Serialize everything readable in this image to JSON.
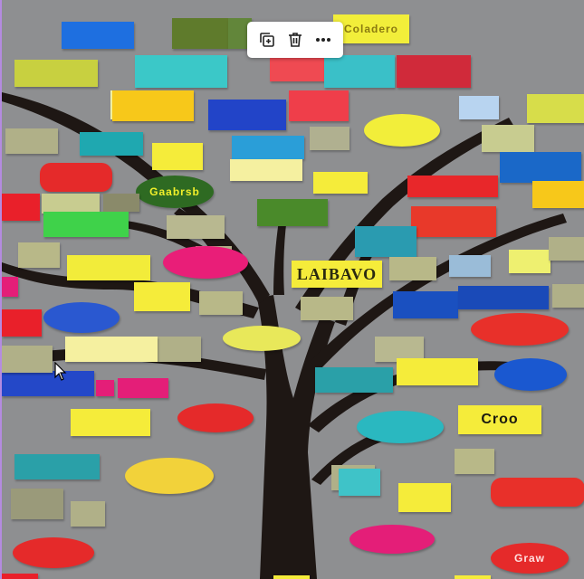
{
  "image_labels": [
    {
      "text": "",
      "bg": "#1e6fe0",
      "fg": "#0a3a8a",
      "shape": "rect"
    },
    {
      "text": "",
      "bg": "#5f7b2c",
      "fg": "#e8f0c0",
      "shape": "rect"
    },
    {
      "text": "",
      "bg": "#62863a",
      "fg": "#e8f0c0",
      "shape": "rect"
    },
    {
      "text": "Coladero",
      "bg": "#f2ee3a",
      "fg": "#8a7a10",
      "shape": "rect"
    },
    {
      "text": "",
      "bg": "#c8d040",
      "fg": "#606010",
      "shape": "rect"
    },
    {
      "text": "",
      "bg": "#3bc8c8",
      "fg": "#0a5050",
      "shape": "rect"
    },
    {
      "text": "",
      "bg": "#ef4a52",
      "fg": "#fde0e0",
      "shape": "rect"
    },
    {
      "text": "",
      "bg": "#3ac0c8",
      "fg": "#0a4a50",
      "shape": "rect"
    },
    {
      "text": "",
      "bg": "#d02a3a",
      "fg": "#fde0e0",
      "shape": "rect"
    },
    {
      "text": "",
      "bg": "#f5f3a0",
      "fg": "#707020",
      "shape": "rect"
    },
    {
      "text": "",
      "bg": "#f7c81a",
      "fg": "#7a5a00",
      "shape": "rect"
    },
    {
      "text": "",
      "bg": "#2244c8",
      "fg": "#e0e8ff",
      "shape": "rect"
    },
    {
      "text": "",
      "bg": "#ef3e4a",
      "fg": "#fde0e0",
      "shape": "rect"
    },
    {
      "text": "",
      "bg": "#b8d4f0",
      "fg": "#305080",
      "shape": "rect"
    },
    {
      "text": "",
      "bg": "#d7dd4a",
      "fg": "#606010",
      "shape": "rect"
    },
    {
      "text": "",
      "bg": "#b0b088",
      "fg": "#404020",
      "shape": "rect"
    },
    {
      "text": "",
      "bg": "#1fa8b0",
      "fg": "#e0ffff",
      "shape": "rect"
    },
    {
      "text": "",
      "bg": "#f5ec3a",
      "fg": "#7a6a00",
      "shape": "rect"
    },
    {
      "text": "",
      "bg": "#2a9ed8",
      "fg": "#e0f4ff",
      "shape": "rect"
    },
    {
      "text": "",
      "bg": "#b0b090",
      "fg": "#404020",
      "shape": "rect"
    },
    {
      "text": "",
      "bg": "#f2ee3a",
      "fg": "#8a7a10",
      "shape": "pill"
    },
    {
      "text": "",
      "bg": "#c8cc90",
      "fg": "#505020",
      "shape": "rect"
    },
    {
      "text": "",
      "bg": "#e52a2a",
      "fg": "#ffe0e0",
      "shape": "rr"
    },
    {
      "text": "Gaabrsb",
      "bg": "#2e6a22",
      "fg": "#f2f02a",
      "shape": "pill"
    },
    {
      "text": "",
      "bg": "#f5f0a0",
      "fg": "#707020",
      "shape": "rect"
    },
    {
      "text": "",
      "bg": "#1a68c8",
      "fg": "#e0f0ff",
      "shape": "rect"
    },
    {
      "text": "",
      "bg": "#e8272a",
      "fg": "#ffe0e0",
      "shape": "rect"
    },
    {
      "text": "",
      "bg": "#f7c81a",
      "fg": "#7a5a00",
      "shape": "rect"
    },
    {
      "text": "",
      "bg": "#e9202a",
      "fg": "#ffe0e0",
      "shape": "rect"
    },
    {
      "text": "",
      "bg": "#c8cc90",
      "fg": "#505020",
      "shape": "rect"
    },
    {
      "text": "",
      "bg": "#8a8a6a",
      "fg": "#f0f0d0",
      "shape": "rect"
    },
    {
      "text": "",
      "bg": "#3fd24a",
      "fg": "#e0ffe0",
      "shape": "rect"
    },
    {
      "text": "",
      "bg": "#b8b890",
      "fg": "#404020",
      "shape": "rect"
    },
    {
      "text": "",
      "bg": "#4a8a2a",
      "fg": "#f0f0a0",
      "shape": "rect"
    },
    {
      "text": "",
      "bg": "#f5ec3a",
      "fg": "#7a6a00",
      "shape": "rect"
    },
    {
      "text": "",
      "bg": "#e8392a",
      "fg": "#ffffff",
      "shape": "rect"
    },
    {
      "text": "",
      "bg": "#2a9bb0",
      "fg": "#e0ffff",
      "shape": "rect"
    },
    {
      "text": "",
      "bg": "#9abcd8",
      "fg": "#305070",
      "shape": "rect"
    },
    {
      "text": "",
      "bg": "#eef070",
      "fg": "#606010",
      "shape": "rect"
    },
    {
      "text": "",
      "bg": "#b0b088",
      "fg": "#404020",
      "shape": "rect"
    },
    {
      "text": "",
      "bg": "#b8b888",
      "fg": "#404020",
      "shape": "rect"
    },
    {
      "text": "",
      "bg": "#f2ec3a",
      "fg": "#7a6a00",
      "shape": "rect"
    },
    {
      "text": "",
      "bg": "#b0b088",
      "fg": "#404020",
      "shape": "rect"
    },
    {
      "text": "",
      "bg": "#e91e78",
      "fg": "#ffe0f0",
      "shape": "pill"
    },
    {
      "text": "LAIBAVO",
      "bg": "#f5ec3a",
      "fg": "#2a2a10",
      "shape": "rect"
    },
    {
      "text": "",
      "bg": "#b8b888",
      "fg": "#404020",
      "shape": "rect"
    },
    {
      "text": "",
      "bg": "#f5ec3a",
      "fg": "#7a6a00",
      "shape": "rect"
    },
    {
      "text": "",
      "bg": "#b8b888",
      "fg": "#404020",
      "shape": "rect"
    },
    {
      "text": "",
      "bg": "#1a50c0",
      "fg": "#e0f0ff",
      "shape": "rect"
    },
    {
      "text": "",
      "bg": "#1a4ab8",
      "fg": "#e0f0ff",
      "shape": "rect"
    },
    {
      "text": "",
      "bg": "#b0b088",
      "fg": "#404020",
      "shape": "rect"
    },
    {
      "text": "",
      "bg": "#e41e78",
      "fg": "#ffe0f0",
      "shape": "rect"
    },
    {
      "text": "",
      "bg": "#e9202a",
      "fg": "#ffe0e0",
      "shape": "rect"
    },
    {
      "text": "",
      "bg": "#2a58d0",
      "fg": "#e0f0ff",
      "shape": "pill"
    },
    {
      "text": "",
      "bg": "#b8b888",
      "fg": "#404020",
      "shape": "rect"
    },
    {
      "text": "",
      "bg": "#e8e85a",
      "fg": "#505010",
      "shape": "pill"
    },
    {
      "text": "",
      "bg": "#b0b088",
      "fg": "#404020",
      "shape": "rect"
    },
    {
      "text": "",
      "bg": "#e8302a",
      "fg": "#ffffff",
      "shape": "pill"
    },
    {
      "text": "",
      "bg": "#f5f0a0",
      "fg": "#404040",
      "shape": "rect"
    },
    {
      "text": "",
      "bg": "#2448c8",
      "fg": "#e0f0ff",
      "shape": "rect"
    },
    {
      "text": "",
      "bg": "#b8b890",
      "fg": "#404020",
      "shape": "rect"
    },
    {
      "text": "",
      "bg": "#2aa0a8",
      "fg": "#e0ffff",
      "shape": "rect"
    },
    {
      "text": "",
      "bg": "#f5ec3a",
      "fg": "#606010",
      "shape": "rect"
    },
    {
      "text": "",
      "bg": "#1a58d0",
      "fg": "#e0f0ff",
      "shape": "pill"
    },
    {
      "text": "",
      "bg": "#e41e78",
      "fg": "#ffe0f0",
      "shape": "rect"
    },
    {
      "text": "",
      "bg": "#e52a2a",
      "fg": "#ffe0e0",
      "shape": "pill"
    },
    {
      "text": "",
      "bg": "#f5ec3a",
      "fg": "#7a6a00",
      "shape": "rect"
    },
    {
      "text": "",
      "bg": "#2ab8c0",
      "fg": "#e0ffff",
      "shape": "pill"
    },
    {
      "text": "Croo",
      "bg": "#f5ec3a",
      "fg": "#1a1a10",
      "shape": "rect"
    },
    {
      "text": "",
      "bg": "#2aa0a8",
      "fg": "#e0ffff",
      "shape": "rect"
    },
    {
      "text": "",
      "bg": "#f2d23a",
      "fg": "#7a4a00",
      "shape": "pill"
    },
    {
      "text": "",
      "bg": "#b0b088",
      "fg": "#404020",
      "shape": "rect"
    },
    {
      "text": "",
      "bg": "#b8b888",
      "fg": "#404020",
      "shape": "rect"
    },
    {
      "text": "",
      "bg": "#f5ec3a",
      "fg": "#7a6a00",
      "shape": "rect"
    },
    {
      "text": "",
      "bg": "#e8302a",
      "fg": "#ffffff",
      "shape": "rr"
    },
    {
      "text": "",
      "bg": "#9a9a7a",
      "fg": "#f0f0d0",
      "shape": "rect"
    },
    {
      "text": "",
      "bg": "#b0b088",
      "fg": "#404020",
      "shape": "rect"
    },
    {
      "text": "",
      "bg": "#e52a2a",
      "fg": "#ffe0e0",
      "shape": "pill"
    },
    {
      "text": "",
      "bg": "#e41e78",
      "fg": "#ffe0f0",
      "shape": "pill"
    },
    {
      "text": "Graw",
      "bg": "#e52a2a",
      "fg": "#ffe0e0",
      "shape": "pill"
    },
    {
      "text": "",
      "bg": "#e9202a",
      "fg": "#ffe0e0",
      "shape": "rect"
    },
    {
      "text": "",
      "bg": "#f5ec3a",
      "fg": "#7a6a00",
      "shape": "rect"
    },
    {
      "text": "",
      "bg": "#f5ec3a",
      "fg": "#7a6a00",
      "shape": "rect"
    },
    {
      "text": "",
      "bg": "#3fc3c8",
      "fg": "#0a4a50",
      "shape": "rect"
    },
    {
      "text": "",
      "bg": "#b0b088",
      "fg": "#404020",
      "shape": "rect"
    },
    {
      "text": "",
      "bg": "#e41e78",
      "fg": "#ffe0f0",
      "shape": "rect"
    }
  ],
  "toolbar": {
    "icons": [
      "duplicate-icon",
      "trash-icon",
      "more-icon"
    ]
  }
}
